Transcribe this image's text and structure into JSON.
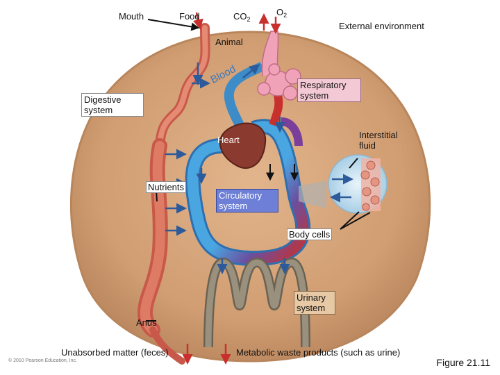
{
  "labels": {
    "mouth": "Mouth",
    "food": "Food",
    "co2": "CO",
    "co2_sub": "2",
    "o2": "O",
    "o2_sub": "2",
    "external_environment": "External environment",
    "animal": "Animal",
    "blood": "Blood",
    "digestive_system": "Digestive system",
    "respiratory_system": "Respiratory system",
    "heart": "Heart",
    "interstitial_fluid": "Interstitial fluid",
    "nutrients": "Nutrients",
    "circulatory_system": "Circulatory system",
    "body_cells": "Body cells",
    "urinary_system": "Urinary system",
    "anus": "Anus",
    "unabsorbed_matter": "Unabsorbed matter (feces)",
    "metabolic_waste": "Metabolic waste products (such as urine)"
  },
  "copyright": "© 2010 Pearson Education, Inc.",
  "figure_caption": "Figure 21.11",
  "colors": {
    "body_fill": "#d6a67a",
    "body_edge": "#b9865c",
    "intestine": "#d8705a",
    "vessel_blue": "#4aa6e0",
    "vessel_red": "#c8302e",
    "vessel_purple": "#6a4fa0",
    "lung_pink": "#f0a3b8",
    "heart": "#8a3a2e",
    "kidney": "#8c8373",
    "arrow_blue": "#2d5a9a"
  }
}
